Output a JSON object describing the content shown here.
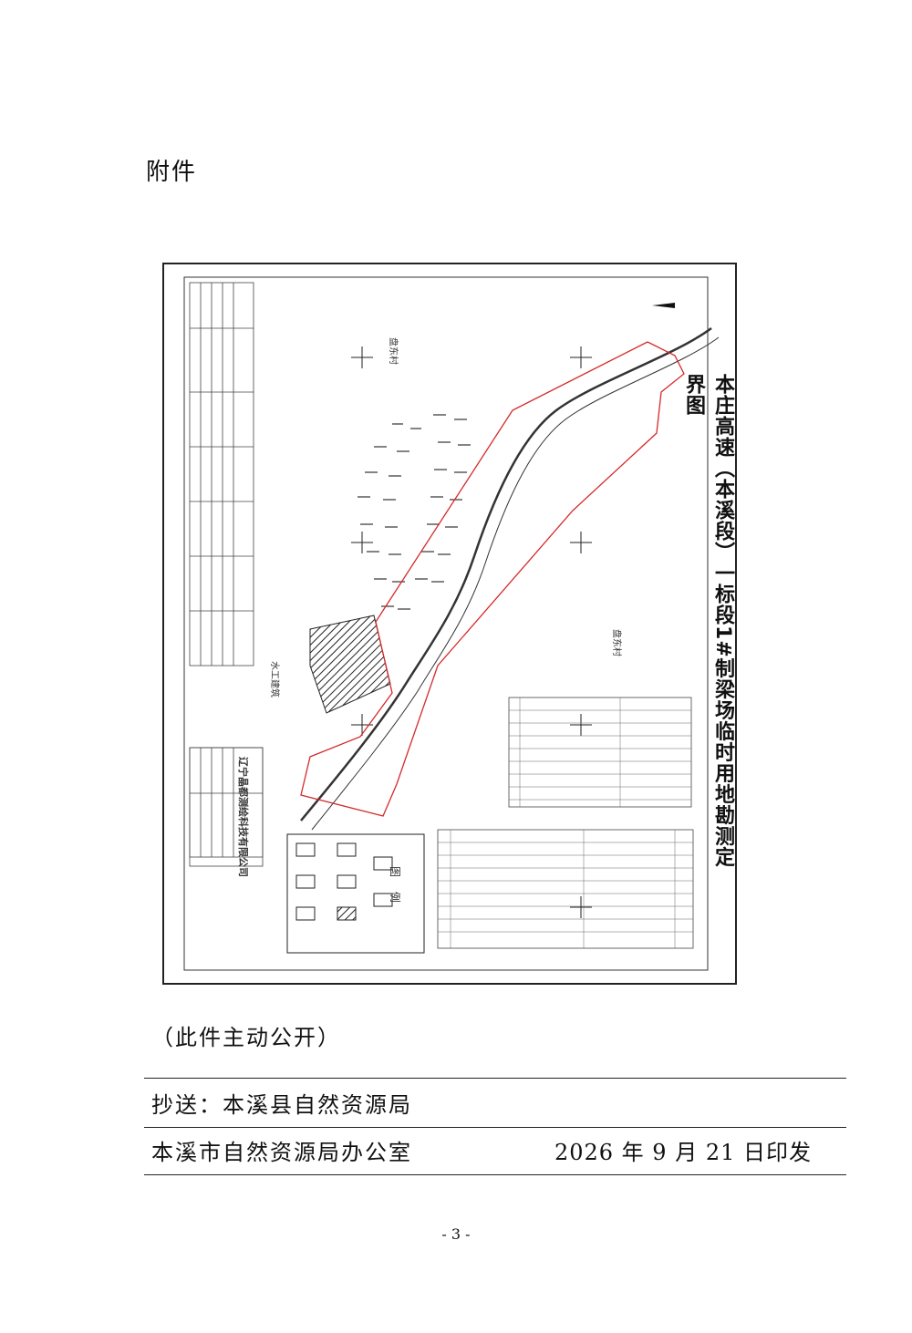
{
  "attachment_label": "附件",
  "map": {
    "title": "本庄高速（本溪段）一标段1#制梁场临时用地勘测定界图",
    "village_labels": [
      "盘东村",
      "盘东村"
    ],
    "building_label": "水工建筑",
    "legend_title": "图 例",
    "company": "辽宁晶都测绘科技有限公司"
  },
  "public_note": "（此件主动公开）",
  "cc": "抄送：本溪县自然资源局",
  "issuer": "本溪市自然资源局办公室",
  "issue_date": "2026 年 9 月 21 日印发",
  "page_number": "- 3 -"
}
